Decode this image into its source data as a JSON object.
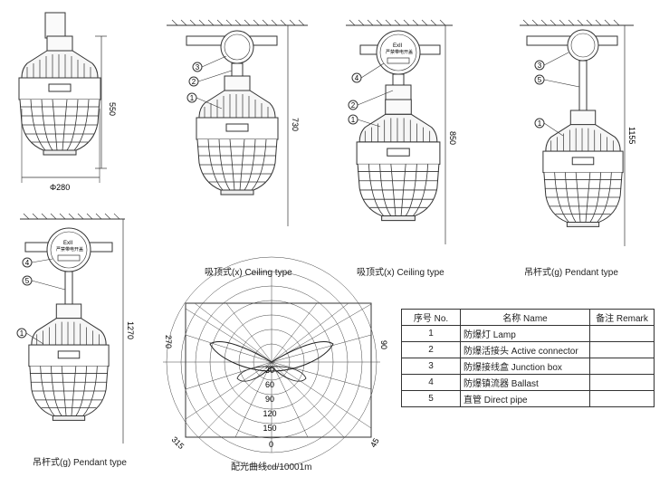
{
  "fixtures": [
    {
      "height": "550",
      "width": "Φ280",
      "callouts": []
    },
    {
      "caption": "吸顶式(x) Ceiling type",
      "height": "730",
      "callouts": [
        "3",
        "2",
        "1"
      ]
    },
    {
      "caption": "吸顶式(x) Ceiling type",
      "height": "850",
      "callouts": [
        "4",
        "2",
        "1"
      ]
    },
    {
      "caption": "吊杆式(g) Pendant type",
      "height": "1155",
      "callouts": [
        "3",
        "5",
        "1"
      ]
    },
    {
      "caption": "吊杆式(g) Pendant type",
      "height": "1270",
      "callouts": [
        "4",
        "5",
        "1"
      ]
    }
  ],
  "junction_box_label": {
    "line1": "ExII",
    "line2": "严禁带电开盖"
  },
  "polar": {
    "caption": "配光曲线cd/10001m",
    "left_label": "270",
    "right_label": "90",
    "bottom_left_label": "315",
    "bottom_center_label": "0",
    "bottom_right_label": "45",
    "radial_labels": [
      "30",
      "60",
      "90",
      "120",
      "150"
    ]
  },
  "parts_table": {
    "headers": [
      "序号 No.",
      "名称 Name",
      "备注 Remark"
    ],
    "rows": [
      {
        "no": "1",
        "name": "防爆灯 Lamp",
        "remark": ""
      },
      {
        "no": "2",
        "name": "防爆活接头 Active connector",
        "remark": ""
      },
      {
        "no": "3",
        "name": "防爆接线盒 Junction box",
        "remark": ""
      },
      {
        "no": "4",
        "name": "防爆镇流器 Ballast",
        "remark": ""
      },
      {
        "no": "5",
        "name": "直管 Direct pipe",
        "remark": ""
      }
    ]
  }
}
